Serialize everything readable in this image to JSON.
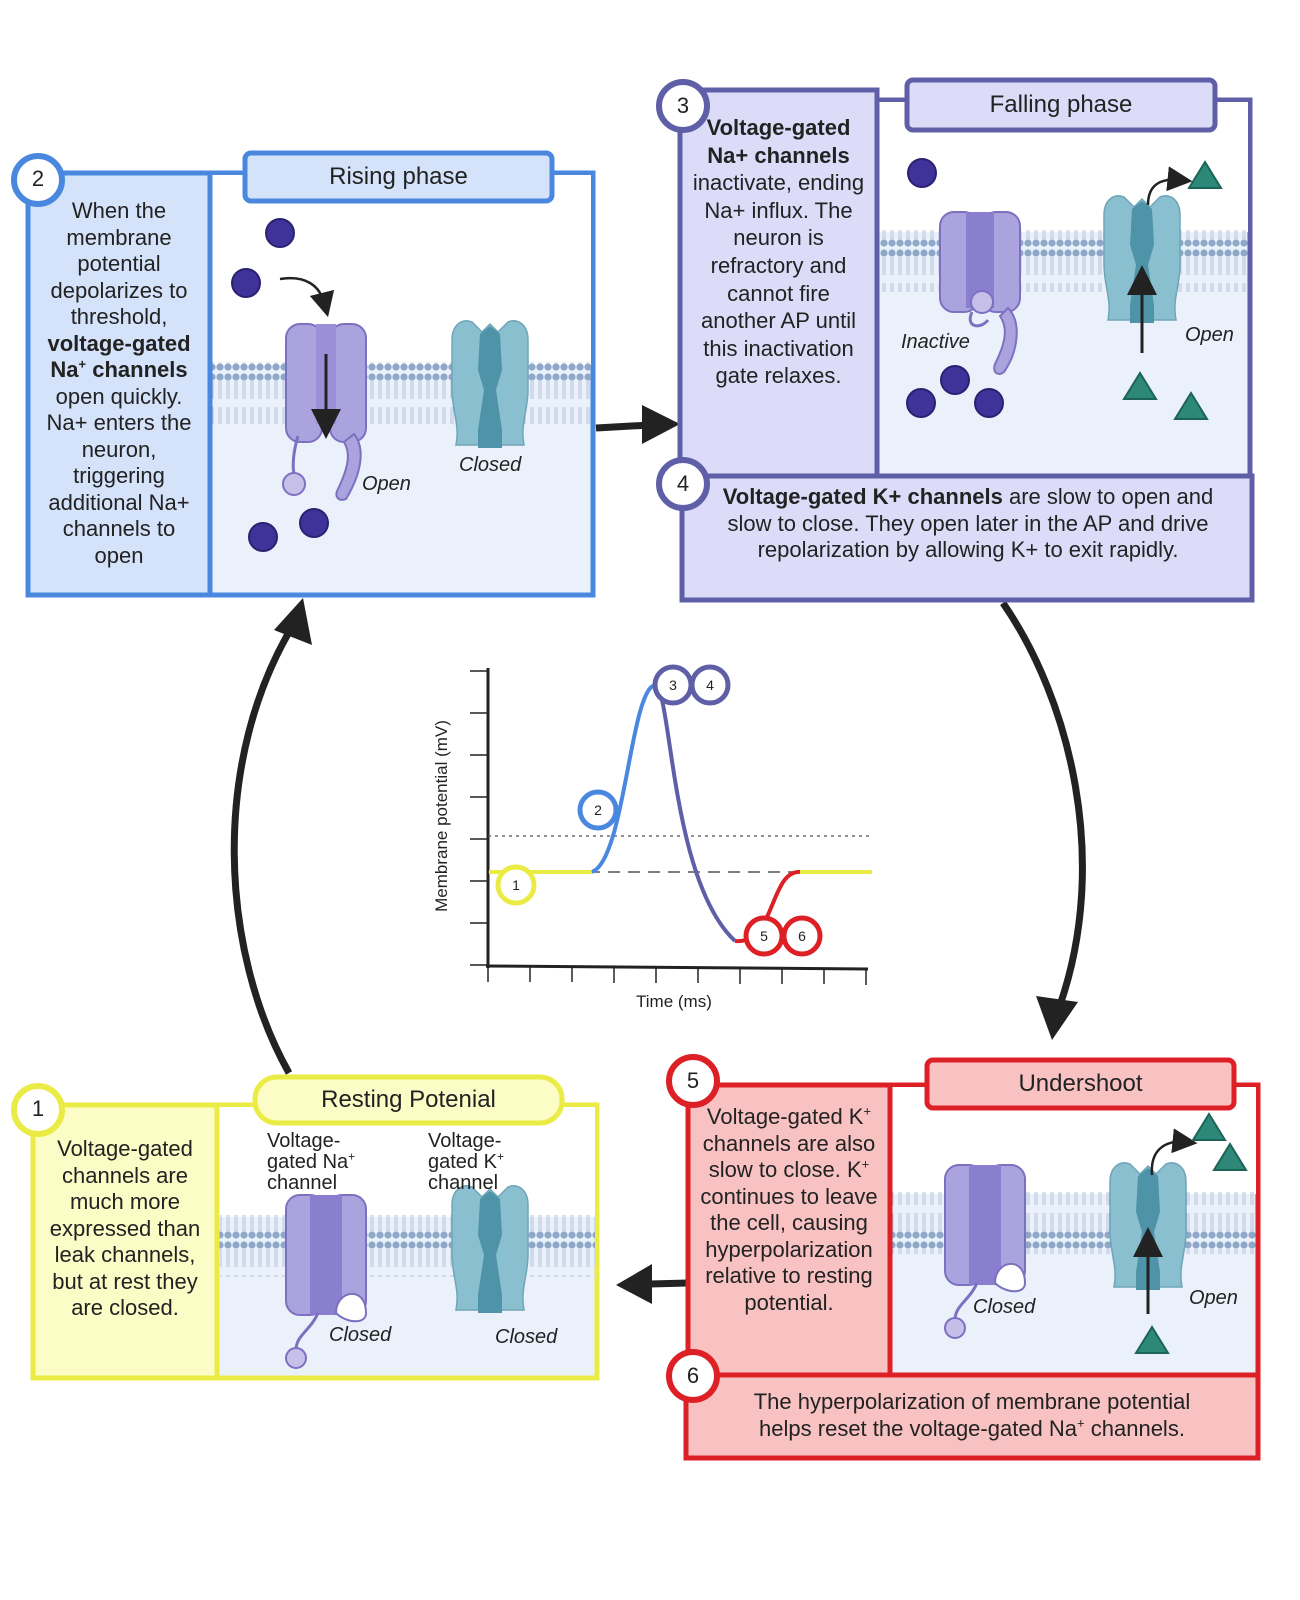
{
  "colors": {
    "yellow": "#EBEB45",
    "yellow_fill": "#FBFCC6",
    "blue": "#4A88E0",
    "blue_fill": "#D4E2FA",
    "purple": "#5E5FA6",
    "purple_fill": "#DCDCF8",
    "red": "#DD2026",
    "red_fill": "#F8C2C2",
    "cell_interior": "#EAF1FB",
    "na_ion": "#3F339A",
    "k_ion": "#2D8878",
    "na_channel": "#A9A1DE",
    "k_channel": "#86BCCB",
    "arrow": "#222222"
  },
  "panels": {
    "resting": {
      "badge": "1",
      "title": "Resting Potenial",
      "text": "Voltage-gated channels are much more expressed than leak channels, but at rest they are closed.",
      "na_label_1": "Voltage-",
      "na_label_2": "gated Na",
      "na_label_sup": "+",
      "na_label_3": "channel",
      "k_label_1": "Voltage-",
      "k_label_2": "gated K",
      "k_label_sup": "+",
      "k_label_3": "channel",
      "na_state": "Closed",
      "k_state": "Closed"
    },
    "rising": {
      "badge": "2",
      "title": "Rising phase",
      "text_1": "When the membrane potential depolarizes to threshold,",
      "text_bold_1": "voltage-gated Na",
      "text_bold_sup": "+",
      "text_bold_2": "channels",
      "text_2": "open quickly. Na+ enters the neuron, triggering additional Na+ channels to open",
      "na_state": "Open",
      "k_state": "Closed"
    },
    "falling": {
      "badge": "3",
      "title": "Falling phase",
      "text_bold": "Voltage-gated Na+ channels",
      "text": "inactivate, ending Na+ influx. The neuron is refractory and cannot fire another AP until this inactivation gate relaxes.",
      "na_state": "Inactive",
      "k_state": "Open"
    },
    "kchannels": {
      "badge": "4",
      "text_bold": "Voltage-gated K+ channels",
      "text": "are slow to open and slow to close. They open later in the AP and drive repolarization by allowing K+ to exit rapidly."
    },
    "undershoot": {
      "badge": "5",
      "title": "Undershoot",
      "text_1": "Voltage-gated K",
      "text_sup_1": "+",
      "text_2": "channels are also slow to close.  K",
      "text_sup_2": "+",
      "text_3": "continues to leave the cell, causing hyperpolarization relative to resting potential.",
      "na_state": "Closed",
      "k_state": "Open"
    },
    "reset": {
      "badge": "6",
      "text_1": "The hyperpolarization of membrane potential helps reset the voltage-gated Na",
      "text_sup": "+",
      "text_2": "channels."
    }
  },
  "chart_data": {
    "type": "line",
    "xlabel": "Time (ms)",
    "ylabel": "Membrane potential (mV)",
    "markers": [
      "1",
      "2",
      "3",
      "4",
      "5",
      "6"
    ]
  }
}
